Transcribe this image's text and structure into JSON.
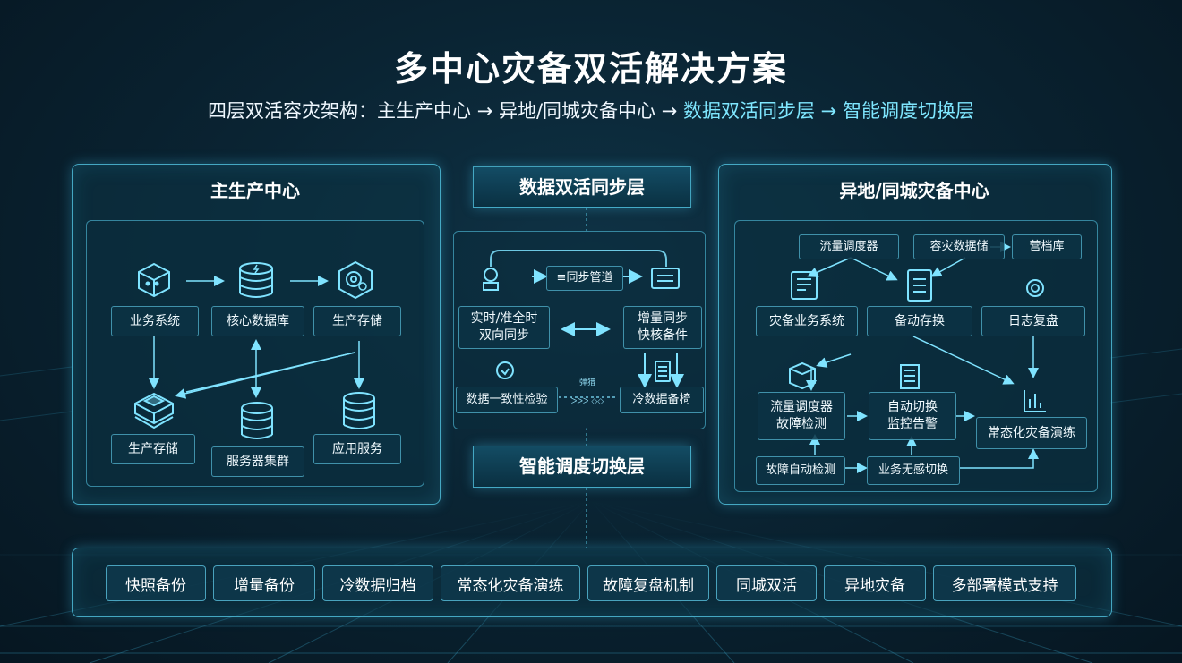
{
  "header": {
    "title": "多中心灾备双活解决方案",
    "subtitle_prefix": "四层双活容灾架构：主生产中心 → 异地/同城灾备中心 → ",
    "subtitle_highlight": "数据双活同步层 → 智能调度切换层"
  },
  "left": {
    "title": "主生产中心",
    "nodes": [
      "业务系统",
      "核心数据库",
      "生产存储",
      "生产存储",
      "服务器集群",
      "应用服务"
    ],
    "icons": [
      "cube-icon",
      "database-icon",
      "storage-icon",
      "platform-icon",
      "database-icon",
      "database-icon"
    ]
  },
  "middle": {
    "sync_title": "数据双活同步层",
    "pipe": "同步管道",
    "left_box": "实时/准全时\n双向同步",
    "right_box": "增量同步\n快核备件",
    "consistency": "数据一致性检验",
    "cold": "冷数据备椅",
    "mini_label_top": "弹猎",
    "mini_label_bottom": "ᐳᐳᐳ ◇◇",
    "switch_title": "智能调度切换层"
  },
  "right": {
    "title": "异地/同城灾备中心",
    "top_labels": [
      "流量调度器",
      "容灾数据储",
      "营档库"
    ],
    "nodes": [
      "灾备业务系统",
      "备动存换",
      "日志复盘",
      "流量调度器\n故障检测",
      "自动切换\n监控告警",
      "常态化灾备演练",
      "故障自动检测",
      "业务无感切换"
    ]
  },
  "features": [
    "快照备份",
    "增量备份",
    "冷数据归档",
    "常态化灾备演练",
    "故障复盘机制",
    "同城双活",
    "异地灾备",
    "多部署模式支持"
  ],
  "colors": {
    "accent": "#5fd6f2",
    "bg": "#0a2433",
    "text": "#ffffff"
  }
}
